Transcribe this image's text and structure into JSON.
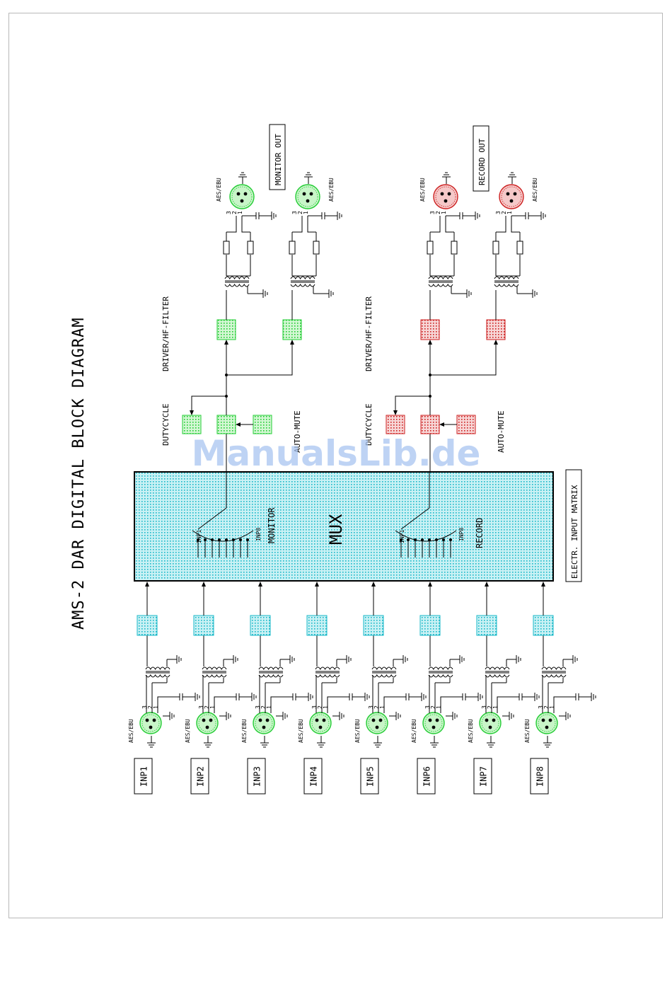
{
  "title": "AMS-2 DAR DIGITAL BLOCK DIAGRAM",
  "watermark": "ManualsLib.de",
  "inputs": [
    "INP1",
    "INP2",
    "INP3",
    "INP4",
    "INP5",
    "INP6",
    "INP7",
    "INP8"
  ],
  "connector_label": "AES/EBU",
  "pin_labels": [
    "3",
    "2",
    "1"
  ],
  "matrix": {
    "label": "MUX",
    "caption": "ELECTR. INPUT MATRIX",
    "monitor_label": "MONITOR",
    "record_label": "RECORD",
    "selector_first": "INP1",
    "selector_last": "INP8"
  },
  "stages": {
    "dutycycle": "DUTYCYCLE",
    "automute": "AUTO-MUTE",
    "driver": "DRIVER/HF-FILTER"
  },
  "outputs": {
    "monitor": "MONITOR OUT",
    "record": "RECORD OUT"
  },
  "colors": {
    "green": "#22cc33",
    "green_fill": "#c8f5c8",
    "cyan": "#18b8c8",
    "cyan_fill": "#bfeff2",
    "red": "#cc1f1f",
    "red_fill": "#f5c8c8",
    "watermark": "#a8c4f0"
  }
}
